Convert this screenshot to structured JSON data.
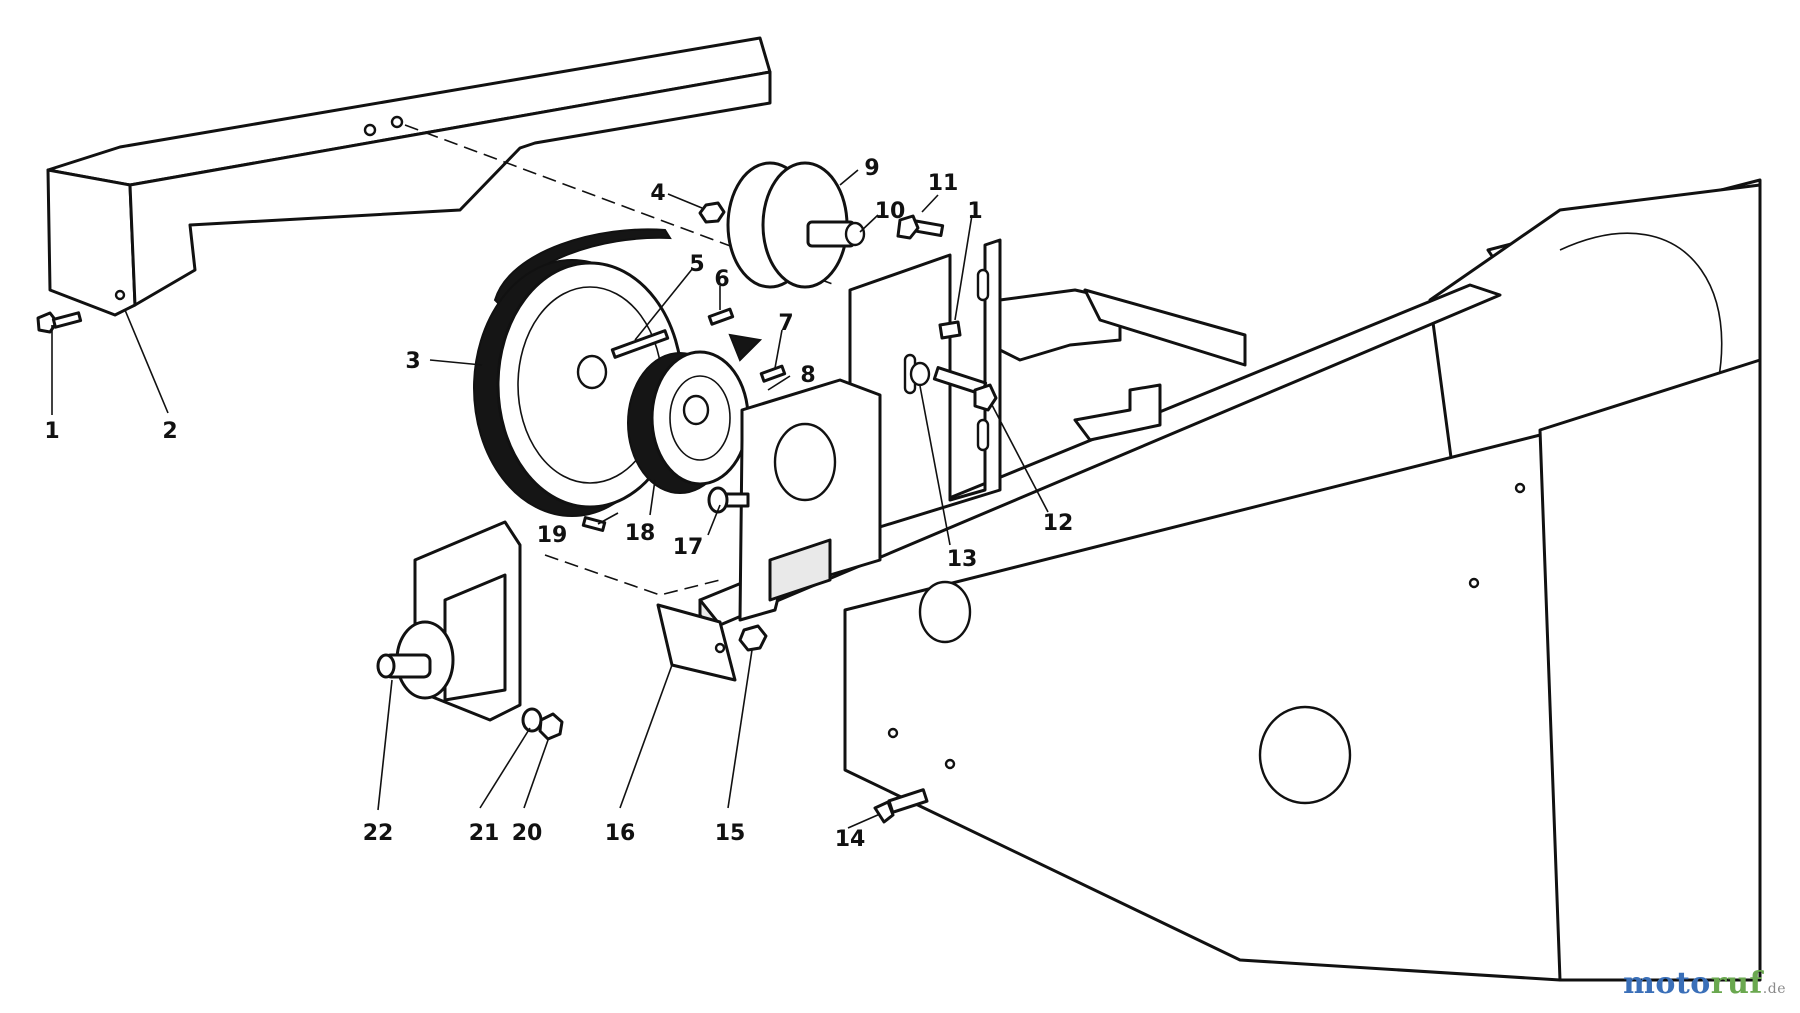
{
  "callouts": {
    "c1a": "1",
    "c2": "2",
    "c3": "3",
    "c4": "4",
    "c5": "5",
    "c6": "6",
    "c7": "7",
    "c8": "8",
    "c9": "9",
    "c10": "10",
    "c11": "11",
    "c1b": "1",
    "c12": "12",
    "c13": "13",
    "c14": "14",
    "c15": "15",
    "c16": "16",
    "c17": "17",
    "c18": "18",
    "c19": "19",
    "c20": "20",
    "c21": "21",
    "c22": "22"
  },
  "watermark": {
    "main": "motoruf",
    "suffix": ".de"
  },
  "colors": {
    "ink": "#111111",
    "watermark_blue": "#3a6fb8",
    "watermark_green": "#6aa84f"
  }
}
